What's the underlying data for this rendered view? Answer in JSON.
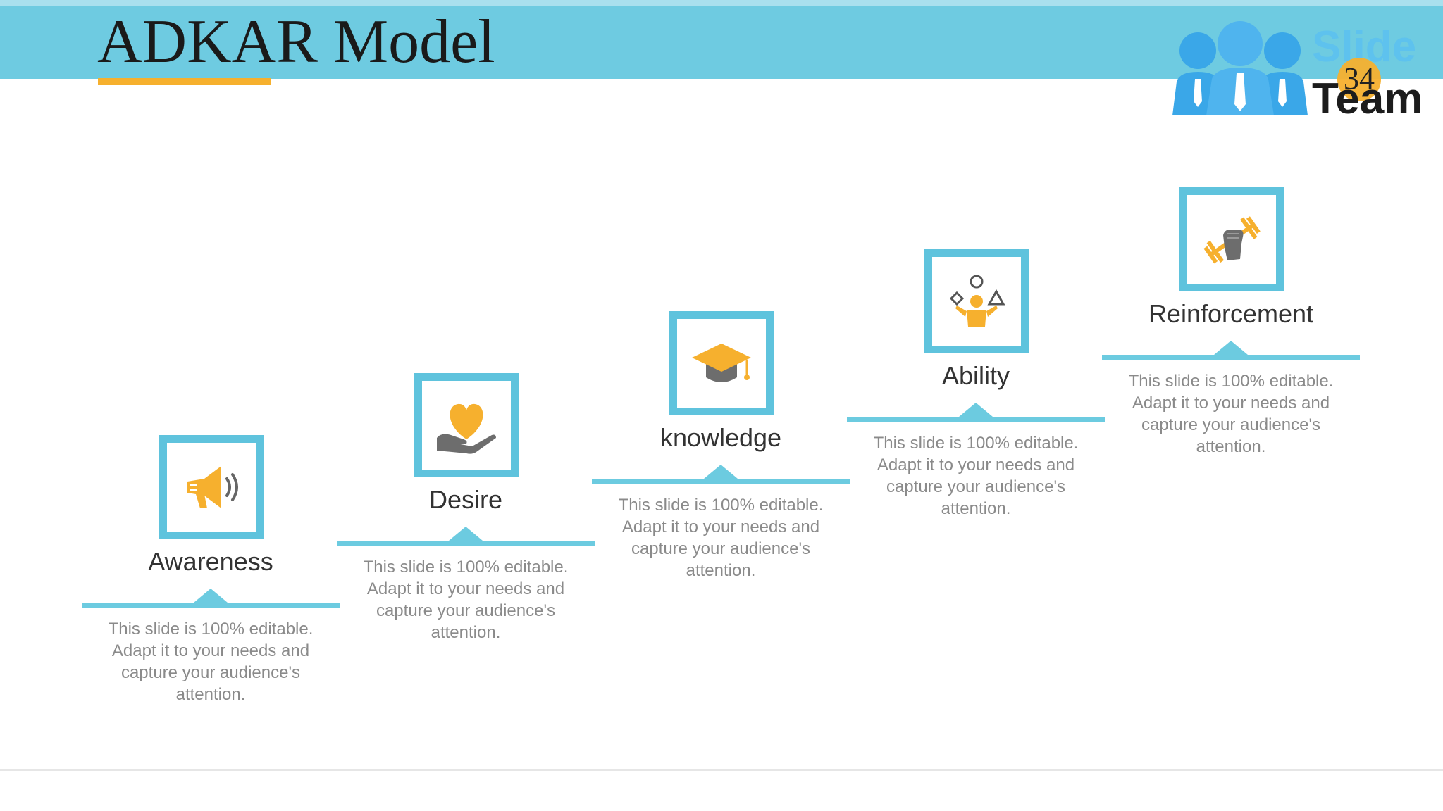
{
  "slide": {
    "title": "ADKAR Model",
    "page_number": "34",
    "logo": {
      "word1": "Slide",
      "word2": "Team",
      "icon": "people-with-ties-icon"
    }
  },
  "steps": [
    {
      "label": "Awareness",
      "icon": "megaphone-icon",
      "description": "This slide is 100% editable. Adapt it to your needs and capture your audience's attention."
    },
    {
      "label": "Desire",
      "icon": "heart-in-hand-icon",
      "description": "This slide is 100% editable. Adapt it to your needs and capture your audience's attention."
    },
    {
      "label": "knowledge",
      "icon": "graduation-cap-icon",
      "description": "This slide is 100% editable. Adapt it to your needs and capture your audience's attention."
    },
    {
      "label": "Ability",
      "icon": "person-juggling-shapes-icon",
      "description": "This slide is 100% editable. Adapt it to your needs and capture your audience's attention."
    },
    {
      "label": "Reinforcement",
      "icon": "fist-dumbbell-icon",
      "description": "This slide is 100% editable. Adapt it to your needs and capture your audience's attention."
    }
  ],
  "colors": {
    "header": "#6ecbe1",
    "accent": "#f6b02e",
    "frame": "#5fc3dd",
    "text": "#333333",
    "muted": "#8a8a8a"
  }
}
